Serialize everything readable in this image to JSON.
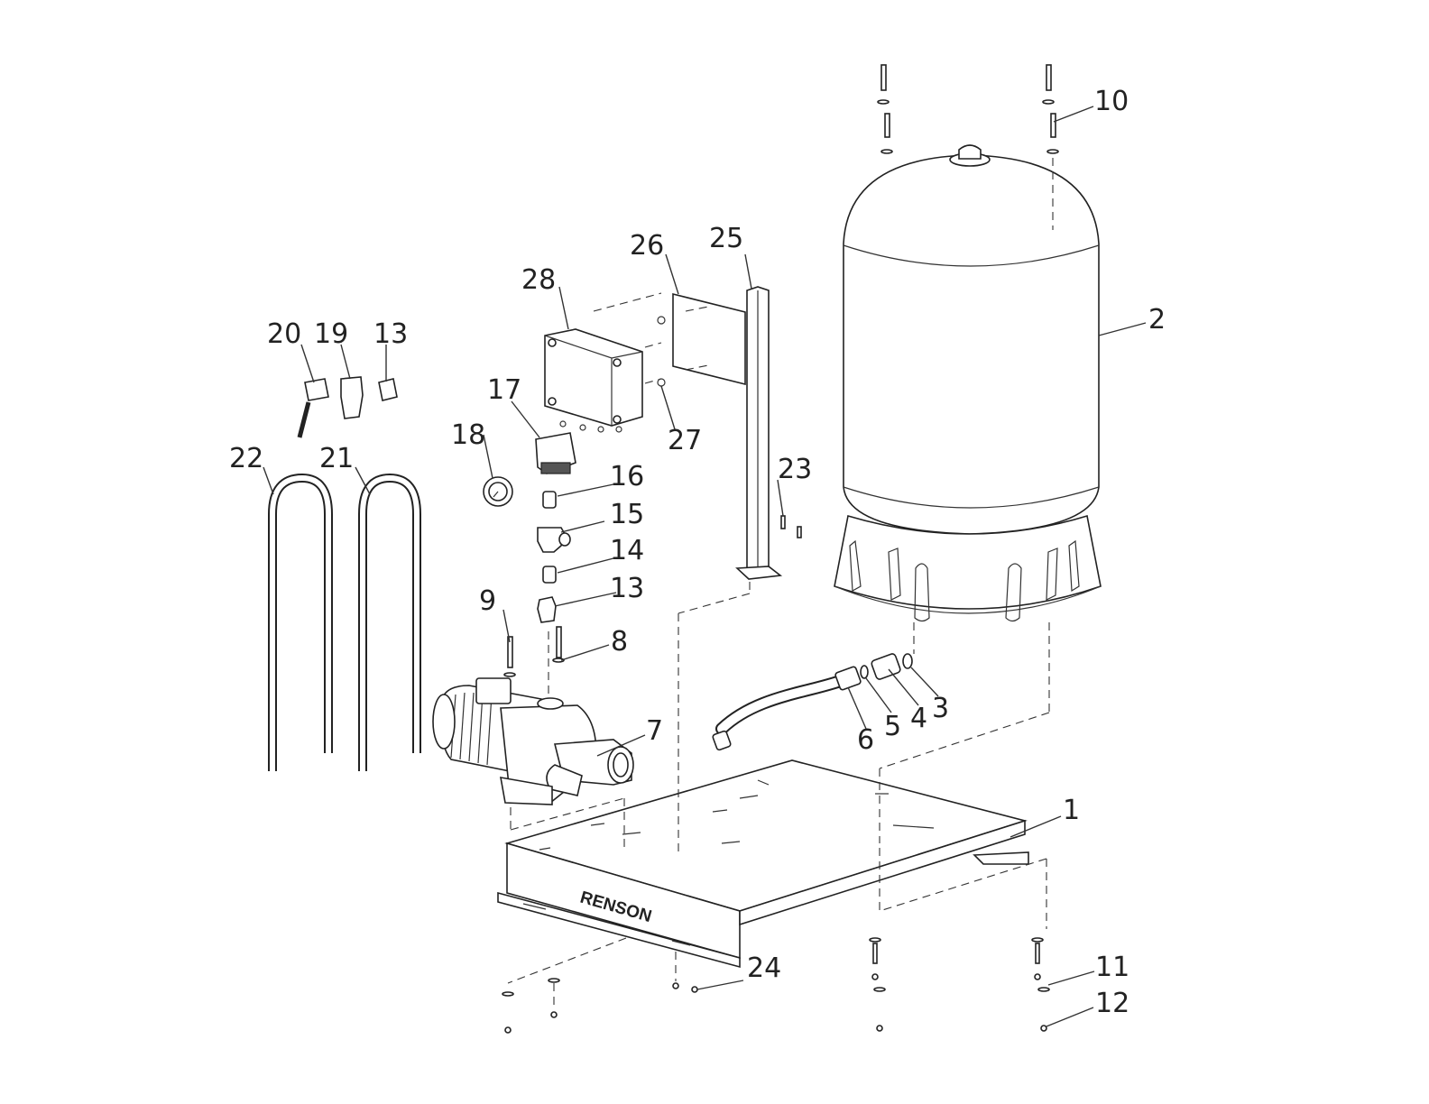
{
  "diagram": {
    "brand_label": "RENSON",
    "part_numbers": [
      "1",
      "2",
      "3",
      "4",
      "5",
      "6",
      "7",
      "8",
      "9",
      "10",
      "11",
      "12",
      "13",
      "13",
      "14",
      "15",
      "16",
      "17",
      "18",
      "19",
      "20",
      "21",
      "22",
      "23",
      "24",
      "25",
      "26",
      "27",
      "28"
    ]
  }
}
